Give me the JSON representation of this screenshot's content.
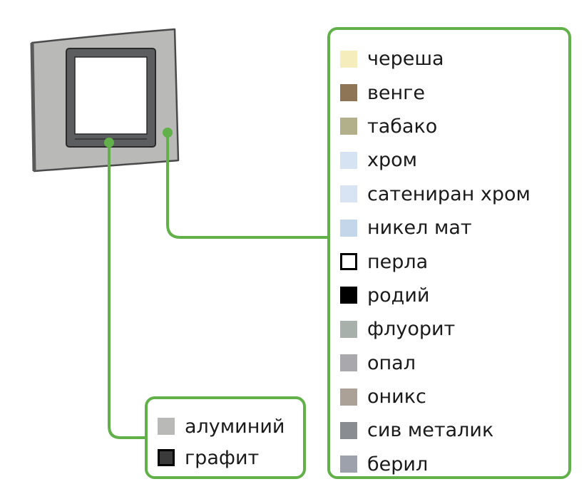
{
  "frame": {
    "plate_color": "#b9b9b8",
    "insert_color": "#5c5d5f",
    "connector_color": "#62b04a"
  },
  "outer_panel": {
    "items": [
      {
        "label": "череша",
        "color": "#f6edbd"
      },
      {
        "label": "венге",
        "color": "#8e7555"
      },
      {
        "label": "табако",
        "color": "#b1b08a"
      },
      {
        "label": "хром",
        "color": "#d6e3f2"
      },
      {
        "label": "сатениран хром",
        "color": "#d8e4f3"
      },
      {
        "label": "никел мат",
        "color": "#c3d6ea"
      },
      {
        "label": "перла",
        "color": "#ffffff",
        "outlined": true
      },
      {
        "label": "родий",
        "color": "#000000"
      },
      {
        "label": "флуорит",
        "color": "#a8b0ab"
      },
      {
        "label": "опал",
        "color": "#a9a9ad"
      },
      {
        "label": "оникс",
        "color": "#aba196"
      },
      {
        "label": "сив металик",
        "color": "#898c90"
      },
      {
        "label": "берил",
        "color": "#9da1ac"
      }
    ]
  },
  "inner_panel": {
    "items": [
      {
        "label": "алуминий",
        "color": "#b9b9b8"
      },
      {
        "label": "графит",
        "color": "#3a3a3a",
        "outlined": true
      }
    ]
  }
}
